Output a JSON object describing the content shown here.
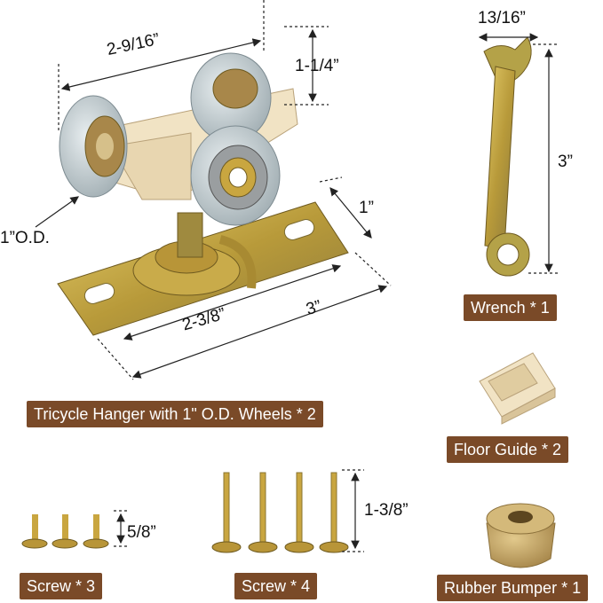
{
  "labels": {
    "tricycle": "Tricycle Hanger with 1\" O.D. Wheels * 2",
    "wrench": "Wrench * 1",
    "floor_guide": "Floor Guide * 2",
    "screw3": "Screw * 3",
    "screw4": "Screw * 4",
    "bumper": "Rubber Bumper * 1"
  },
  "dimensions": {
    "hanger_width": "2-9/16”",
    "hanger_height": "1-1/4”",
    "wheel_od": "1”O.D.",
    "plate_width": "1”",
    "plate_inner": "2-3/8”",
    "plate_length": "3”",
    "wrench_size": "13/16”",
    "wrench_length": "3”",
    "small_screw": "5/8”",
    "long_screw": "1-3/8”"
  },
  "colors": {
    "label_bg": "#7a4a28",
    "label_text": "#ffffff",
    "brass": "#c9a640",
    "wheel": "#b9c4c8",
    "nylon": "#f1e3c4",
    "bumper": "#c8a866"
  }
}
